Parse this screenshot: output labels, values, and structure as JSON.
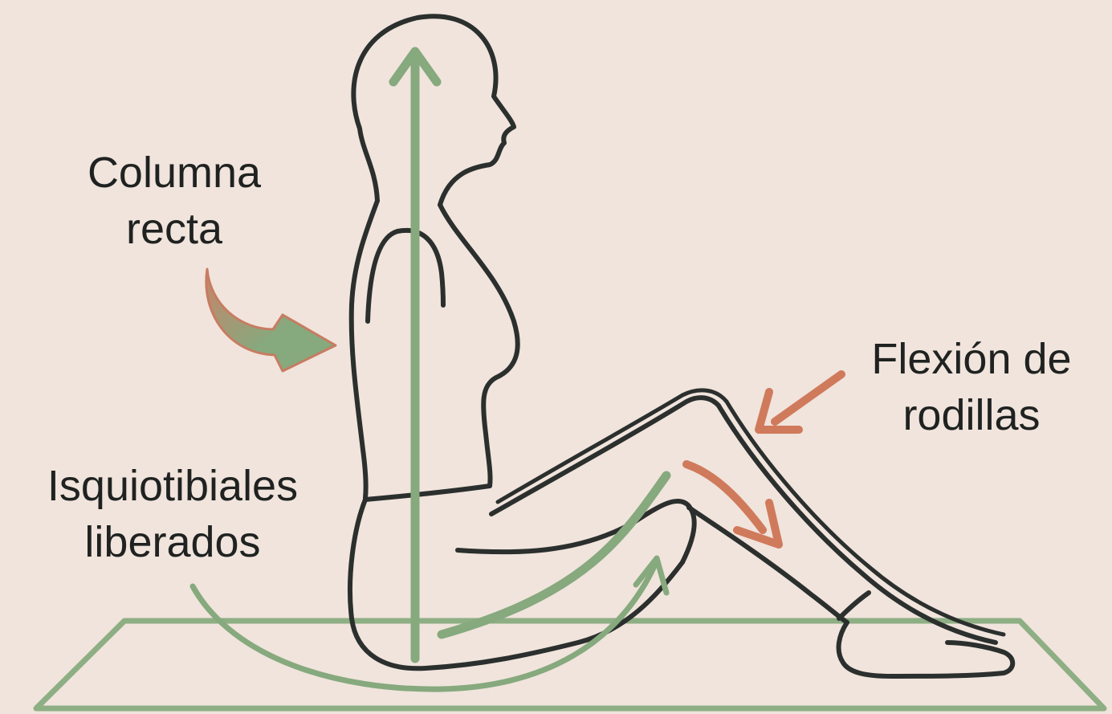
{
  "labels": {
    "spine": {
      "line1": "Columna",
      "line2": "recta"
    },
    "knees": {
      "line1": "Flexión de",
      "line2": "rodillas"
    },
    "hamstrings": {
      "line1": "Isquiotibiales",
      "line2": "liberados"
    }
  },
  "colors": {
    "background": "#f0e4dc",
    "outline": "#2b2f2d",
    "green": "#86a97e",
    "orange": "#d07a5c",
    "text": "#1f2220"
  }
}
